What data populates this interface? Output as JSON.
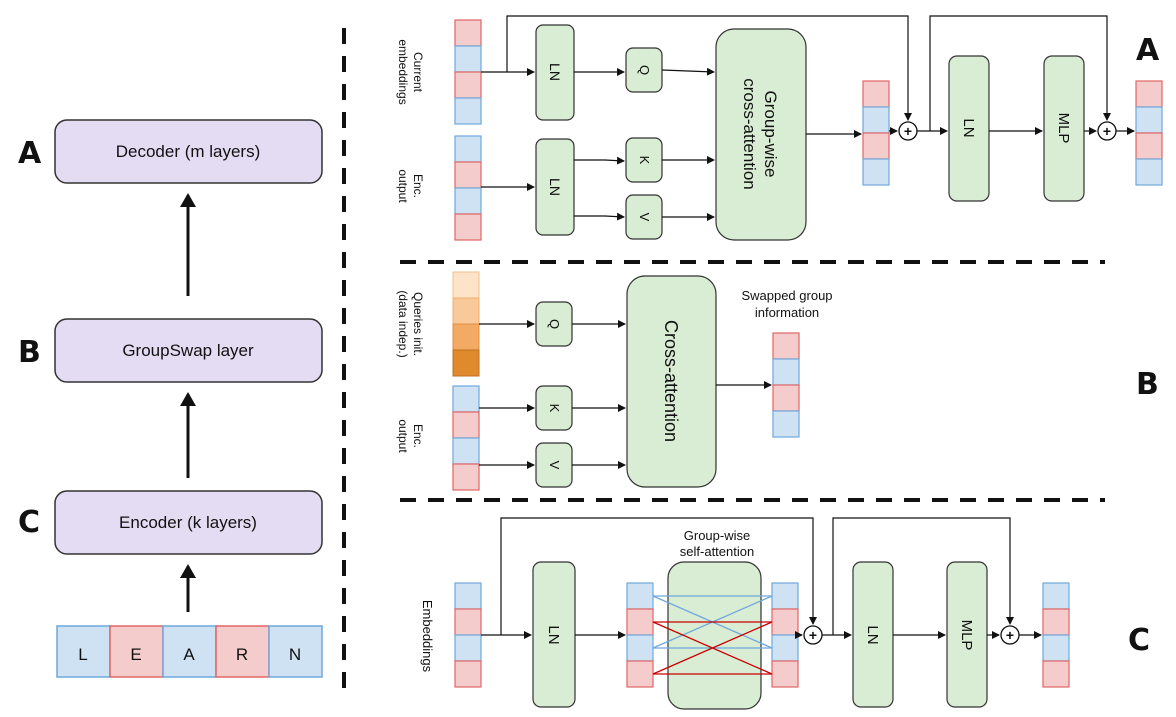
{
  "colors": {
    "block_purple": "#e4dcf3",
    "block_green": "#d9ecd4",
    "token_blue": "#cfe2f3",
    "token_blue_border": "#6fa8dc",
    "token_red": "#f4cccc",
    "token_red_border": "#e06666",
    "line_blue": "#6fa8dc",
    "line_red": "#cc0000",
    "query_1": "#fde3c8",
    "query_2": "#f9c99a",
    "query_3": "#f3aa64",
    "query_4": "#e08a2e"
  },
  "left": {
    "labels": {
      "a": "A",
      "b": "B",
      "c": "C"
    },
    "decoder": "Decoder (m layers)",
    "groupswap": "GroupSwap layer",
    "encoder": "Encoder (k layers)",
    "tokens": [
      "L",
      "E",
      "A",
      "R",
      "N"
    ]
  },
  "panel_a": {
    "label": "A",
    "current_embeddings": [
      "Current",
      "embeddings"
    ],
    "enc_output": [
      "Enc.",
      "output"
    ],
    "ln_top": "LN",
    "ln_bottom": "LN",
    "q": "Q",
    "k": "K",
    "v": "V",
    "attention": [
      "Group-wise",
      "cross-attention"
    ],
    "ln_post": "LN",
    "mlp": "MLP",
    "plus": "+"
  },
  "panel_b": {
    "label": "B",
    "queries": [
      "Queries init.",
      "(data indep.)"
    ],
    "enc_output": [
      "Enc.",
      "output"
    ],
    "q": "Q",
    "k": "K",
    "v": "V",
    "attention": "Cross-attention",
    "swapped": [
      "Swapped group",
      "information"
    ]
  },
  "panel_c": {
    "label": "C",
    "embeddings": "Embeddings",
    "ln": "LN",
    "self_attention": [
      "Group-wise",
      "self-attention"
    ],
    "ln_post": "LN",
    "mlp": "MLP",
    "plus": "+"
  }
}
